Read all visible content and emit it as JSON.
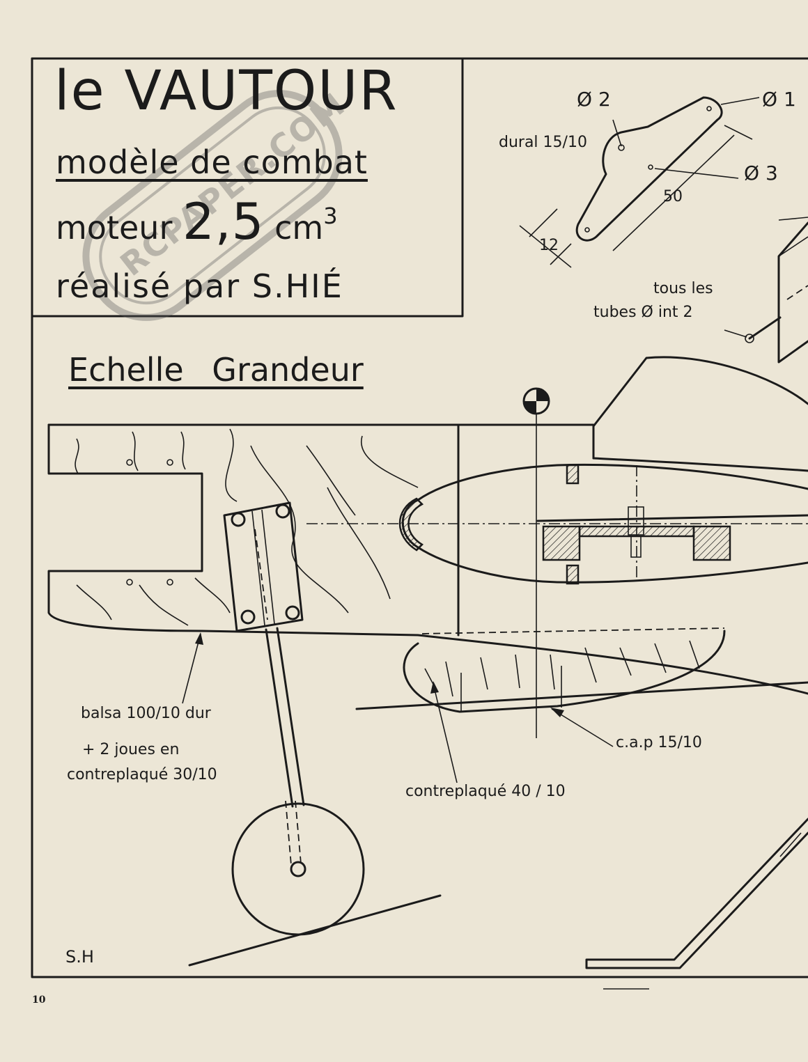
{
  "header": {
    "title": "le VAUTOUR",
    "subtitle": "modèle de combat",
    "engine_prefix": "moteur",
    "engine_size": "2,5",
    "engine_unit": "cm",
    "engine_exp": "3",
    "author": "réalisé par S.HIÉ"
  },
  "scale": "Echelle Grandeur",
  "labels": {
    "phi_2": "Ø 2",
    "phi_1": "Ø 1",
    "phi_3": "Ø 3",
    "dural": "dural 15/10",
    "dim_50": "50",
    "dim_12": "12",
    "tubes_1": "tous les",
    "tubes_2": "tubes Ø int 2",
    "balsa_1": "balsa 100/10 dur",
    "balsa_2": "+ 2 joues en",
    "balsa_3": "contreplaqué 30/10",
    "cap": "c.a.p 15/10",
    "contreplaque": "contreplaqué 40 / 10"
  },
  "signature": "S.H",
  "page_number": "10",
  "watermark": "RCPAPER.COM",
  "colors": {
    "paper": "#ece6d6",
    "ink": "#1b1b1b"
  }
}
